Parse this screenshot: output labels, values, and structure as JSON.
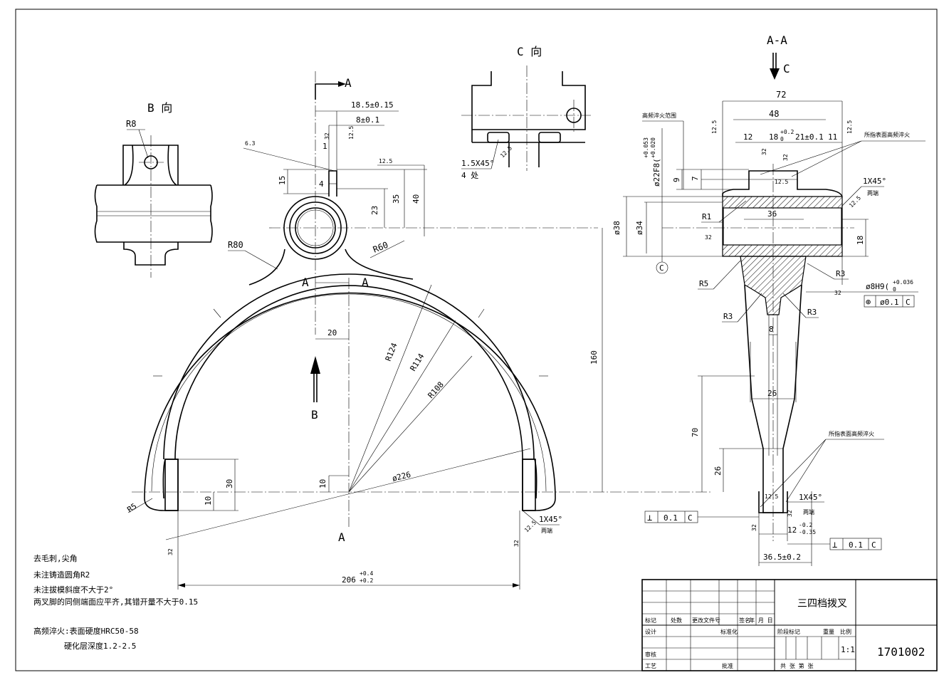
{
  "views": {
    "b_view": "B 向",
    "c_view": "C 向",
    "section_aa": "A-A",
    "section_mark_a": "A",
    "view_arrow_b": "B",
    "view_arrow_c": "C"
  },
  "dimensions": {
    "r8": "R8",
    "r80": "R80",
    "r60": "R60",
    "r124": "R124",
    "r114": "R114",
    "r108": "R108",
    "dia226": "ø226",
    "r5_left": "R5",
    "d18_5": "18.5±0.15",
    "d8": "8±0.1",
    "d1": "1",
    "d15": "15",
    "d4": "4",
    "d23": "23",
    "d35": "35",
    "d40": "40",
    "d160": "160",
    "d20": "20",
    "d10_small": "10",
    "d10_side": "10",
    "d30": "30",
    "d206": "206",
    "d206_tol_upper": "+0.4",
    "d206_tol_lower": "+0.2",
    "chamfer_c": "1.5X45°",
    "chamfer_c_note": "4 处",
    "chamfer_fork": "1X45°",
    "chamfer_fork_note": "两端",
    "d72": "72",
    "d48": "48",
    "d12": "12",
    "d18_tol": "18",
    "d18_tol_upper": "+0.2",
    "d18_tol_lower": "0",
    "d21": "21±0.1",
    "d11": "11",
    "d9": "9",
    "d7": "7",
    "d36": "36",
    "dia38": "ø38",
    "dia34": "ø34",
    "d18_right": "18",
    "r1": "R1",
    "r5_sec": "R5",
    "r3_a": "R3",
    "r3_b": "R3",
    "r3_c": "R3",
    "d8_web": "8",
    "d26_web": "26",
    "d70": "70",
    "d26_low": "26",
    "d12_bot": "12",
    "d12_bot_upper": "-0.2",
    "d12_bot_lower": "-0.35",
    "d36_5": "36.5±0.2",
    "chamfer_sec": "1X45°",
    "chamfer_sec2": "1X45°",
    "chamfer_sec_note": "两端",
    "chamfer_sec2_note": "两端",
    "dia22": "ø22F8(",
    "dia22_upper": "+0.053",
    "dia22_lower": "+0.020",
    "dia8": "ø8H9(",
    "dia8_upper": "+0.036",
    "dia8_lower": "0",
    "datum": "C"
  },
  "roughness": {
    "r6_3": "6.3",
    "r3_2": "32",
    "r12_5": "12.5"
  },
  "tolerance_frames": {
    "position": {
      "symbol": "⊕",
      "value": "ø0.1",
      "datum": "C"
    },
    "perp_left": {
      "symbol": "⊥",
      "value": "0.1",
      "datum": "C"
    },
    "perp_right": {
      "symbol": "⊥",
      "value": "0.1",
      "datum": "C"
    }
  },
  "notes": {
    "quench_zone": "高频淬火范围",
    "quench_top": "所指表面高频淬火",
    "quench_bottom": "所指表面高频淬火",
    "n1": "去毛刺,尖角",
    "n2": "未注铸造圆角R2",
    "n3": "未注拔模斜度不大于2°",
    "n4": "两叉脚的同侧端面应平齐,其错开量不大于0.15",
    "n5": "高频淬火:表面硬度HRC50-58",
    "n6": "硬化层深度1.2-2.5"
  },
  "title_block": {
    "part_name": "三四档拨叉",
    "drawing_no": "1701002",
    "scale": "1:1",
    "h_mark": "标记",
    "h_count": "处数",
    "h_doc": "更改文件号",
    "h_sign": "签名",
    "h_date": "年 月 日",
    "h_design": "设计",
    "h_std": "标准化",
    "h_review": "审核",
    "h_process": "工艺",
    "h_approve": "批准",
    "h_stage": "阶段标记",
    "h_weight": "重量",
    "h_ratio": "比例",
    "sheets": "共 张 第 张"
  }
}
